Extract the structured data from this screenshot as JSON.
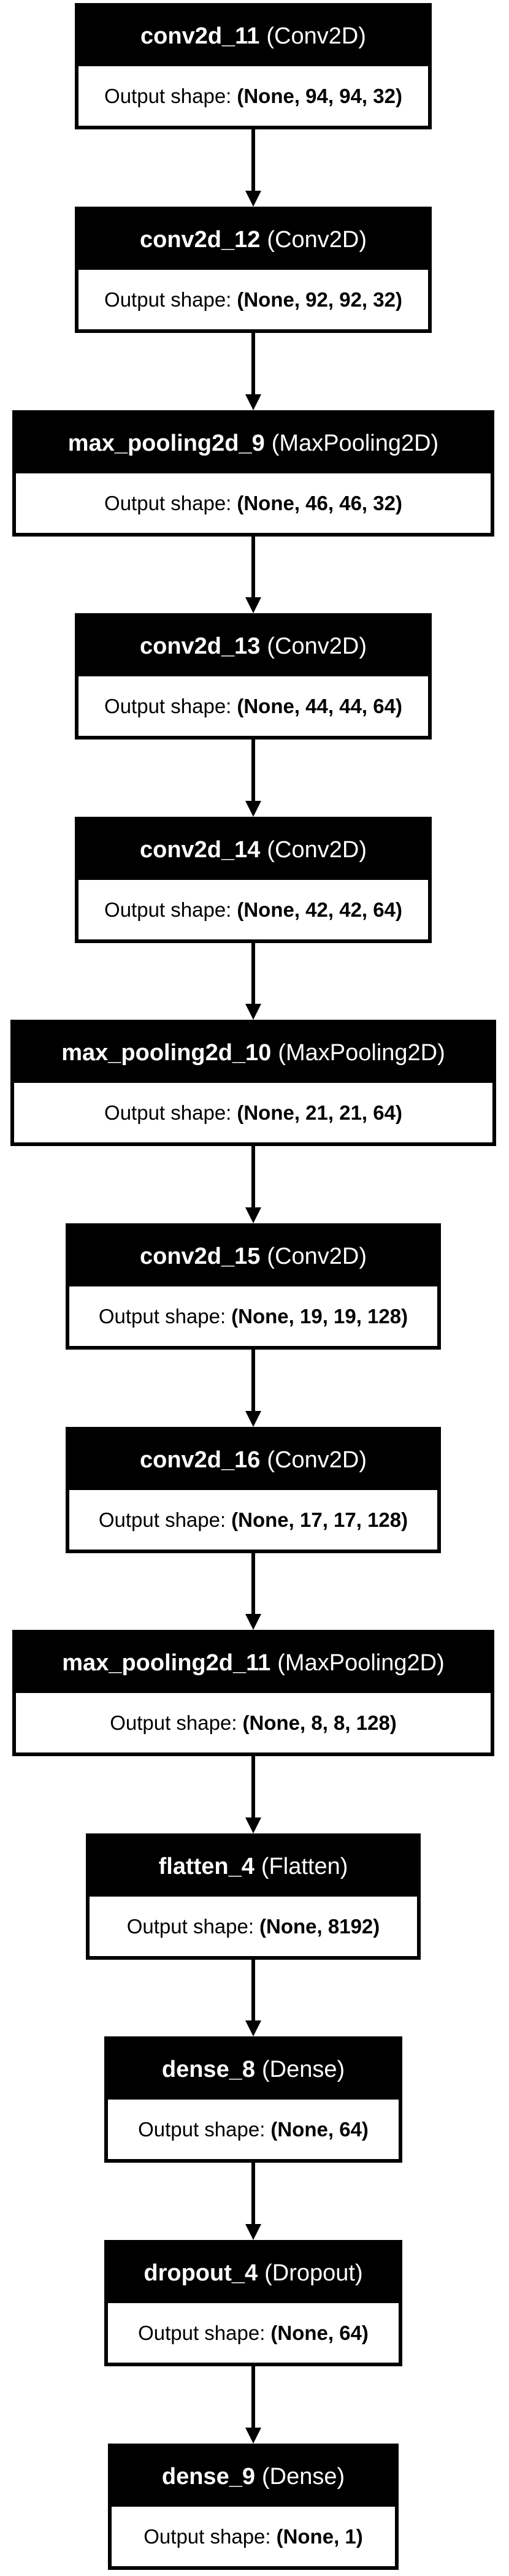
{
  "diagram": {
    "shape_label": "Output shape:",
    "layers": [
      {
        "name": "conv2d_11",
        "type": "(Conv2D)",
        "shape": "(None, 94, 94, 32)"
      },
      {
        "name": "conv2d_12",
        "type": "(Conv2D)",
        "shape": "(None, 92, 92, 32)"
      },
      {
        "name": "max_pooling2d_9",
        "type": "(MaxPooling2D)",
        "shape": "(None, 46, 46, 32)"
      },
      {
        "name": "conv2d_13",
        "type": "(Conv2D)",
        "shape": "(None, 44, 44, 64)"
      },
      {
        "name": "conv2d_14",
        "type": "(Conv2D)",
        "shape": "(None, 42, 42, 64)"
      },
      {
        "name": "max_pooling2d_10",
        "type": "(MaxPooling2D)",
        "shape": "(None, 21, 21, 64)"
      },
      {
        "name": "conv2d_15",
        "type": "(Conv2D)",
        "shape": "(None, 19, 19, 128)"
      },
      {
        "name": "conv2d_16",
        "type": "(Conv2D)",
        "shape": "(None, 17, 17, 128)"
      },
      {
        "name": "max_pooling2d_11",
        "type": "(MaxPooling2D)",
        "shape": "(None, 8, 8, 128)"
      },
      {
        "name": "flatten_4",
        "type": "(Flatten)",
        "shape": "(None, 8192)"
      },
      {
        "name": "dense_8",
        "type": "(Dense)",
        "shape": "(None, 64)"
      },
      {
        "name": "dropout_4",
        "type": "(Dropout)",
        "shape": "(None, 64)"
      },
      {
        "name": "dense_9",
        "type": "(Dense)",
        "shape": "(None, 1)"
      }
    ]
  }
}
